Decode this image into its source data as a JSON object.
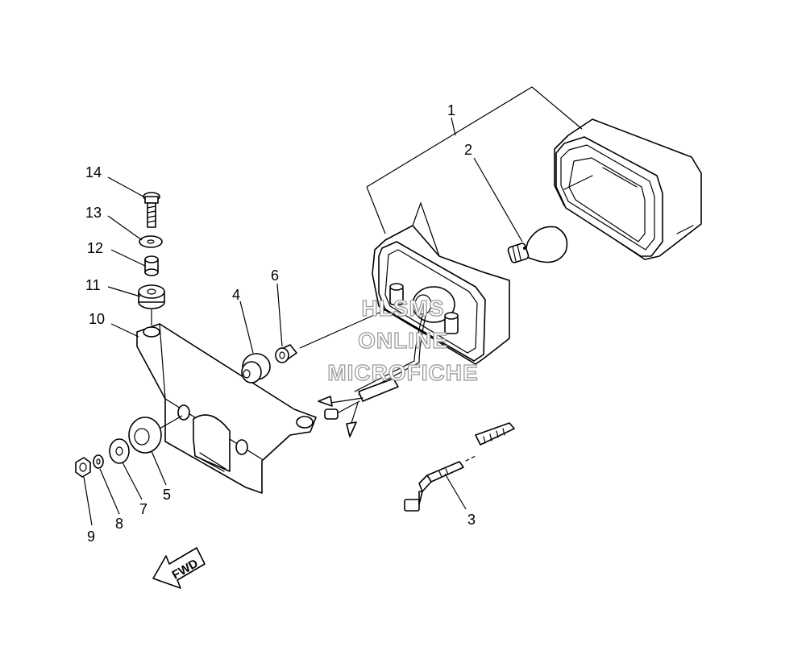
{
  "diagram": {
    "callouts": [
      {
        "id": "1",
        "text": "1"
      },
      {
        "id": "2",
        "text": "2"
      },
      {
        "id": "3",
        "text": "3"
      },
      {
        "id": "4",
        "text": "4"
      },
      {
        "id": "5",
        "text": "5"
      },
      {
        "id": "6",
        "text": "6"
      },
      {
        "id": "7",
        "text": "7"
      },
      {
        "id": "8",
        "text": "8"
      },
      {
        "id": "9",
        "text": "9"
      },
      {
        "id": "10",
        "text": "10"
      },
      {
        "id": "11",
        "text": "11"
      },
      {
        "id": "12",
        "text": "12"
      },
      {
        "id": "13",
        "text": "13"
      },
      {
        "id": "14",
        "text": "14"
      }
    ],
    "watermark": {
      "line1": "HLSMS",
      "line2": "ONLINE",
      "line3": "MICROFICHE"
    },
    "direction_arrow": {
      "label": "FWD"
    }
  }
}
